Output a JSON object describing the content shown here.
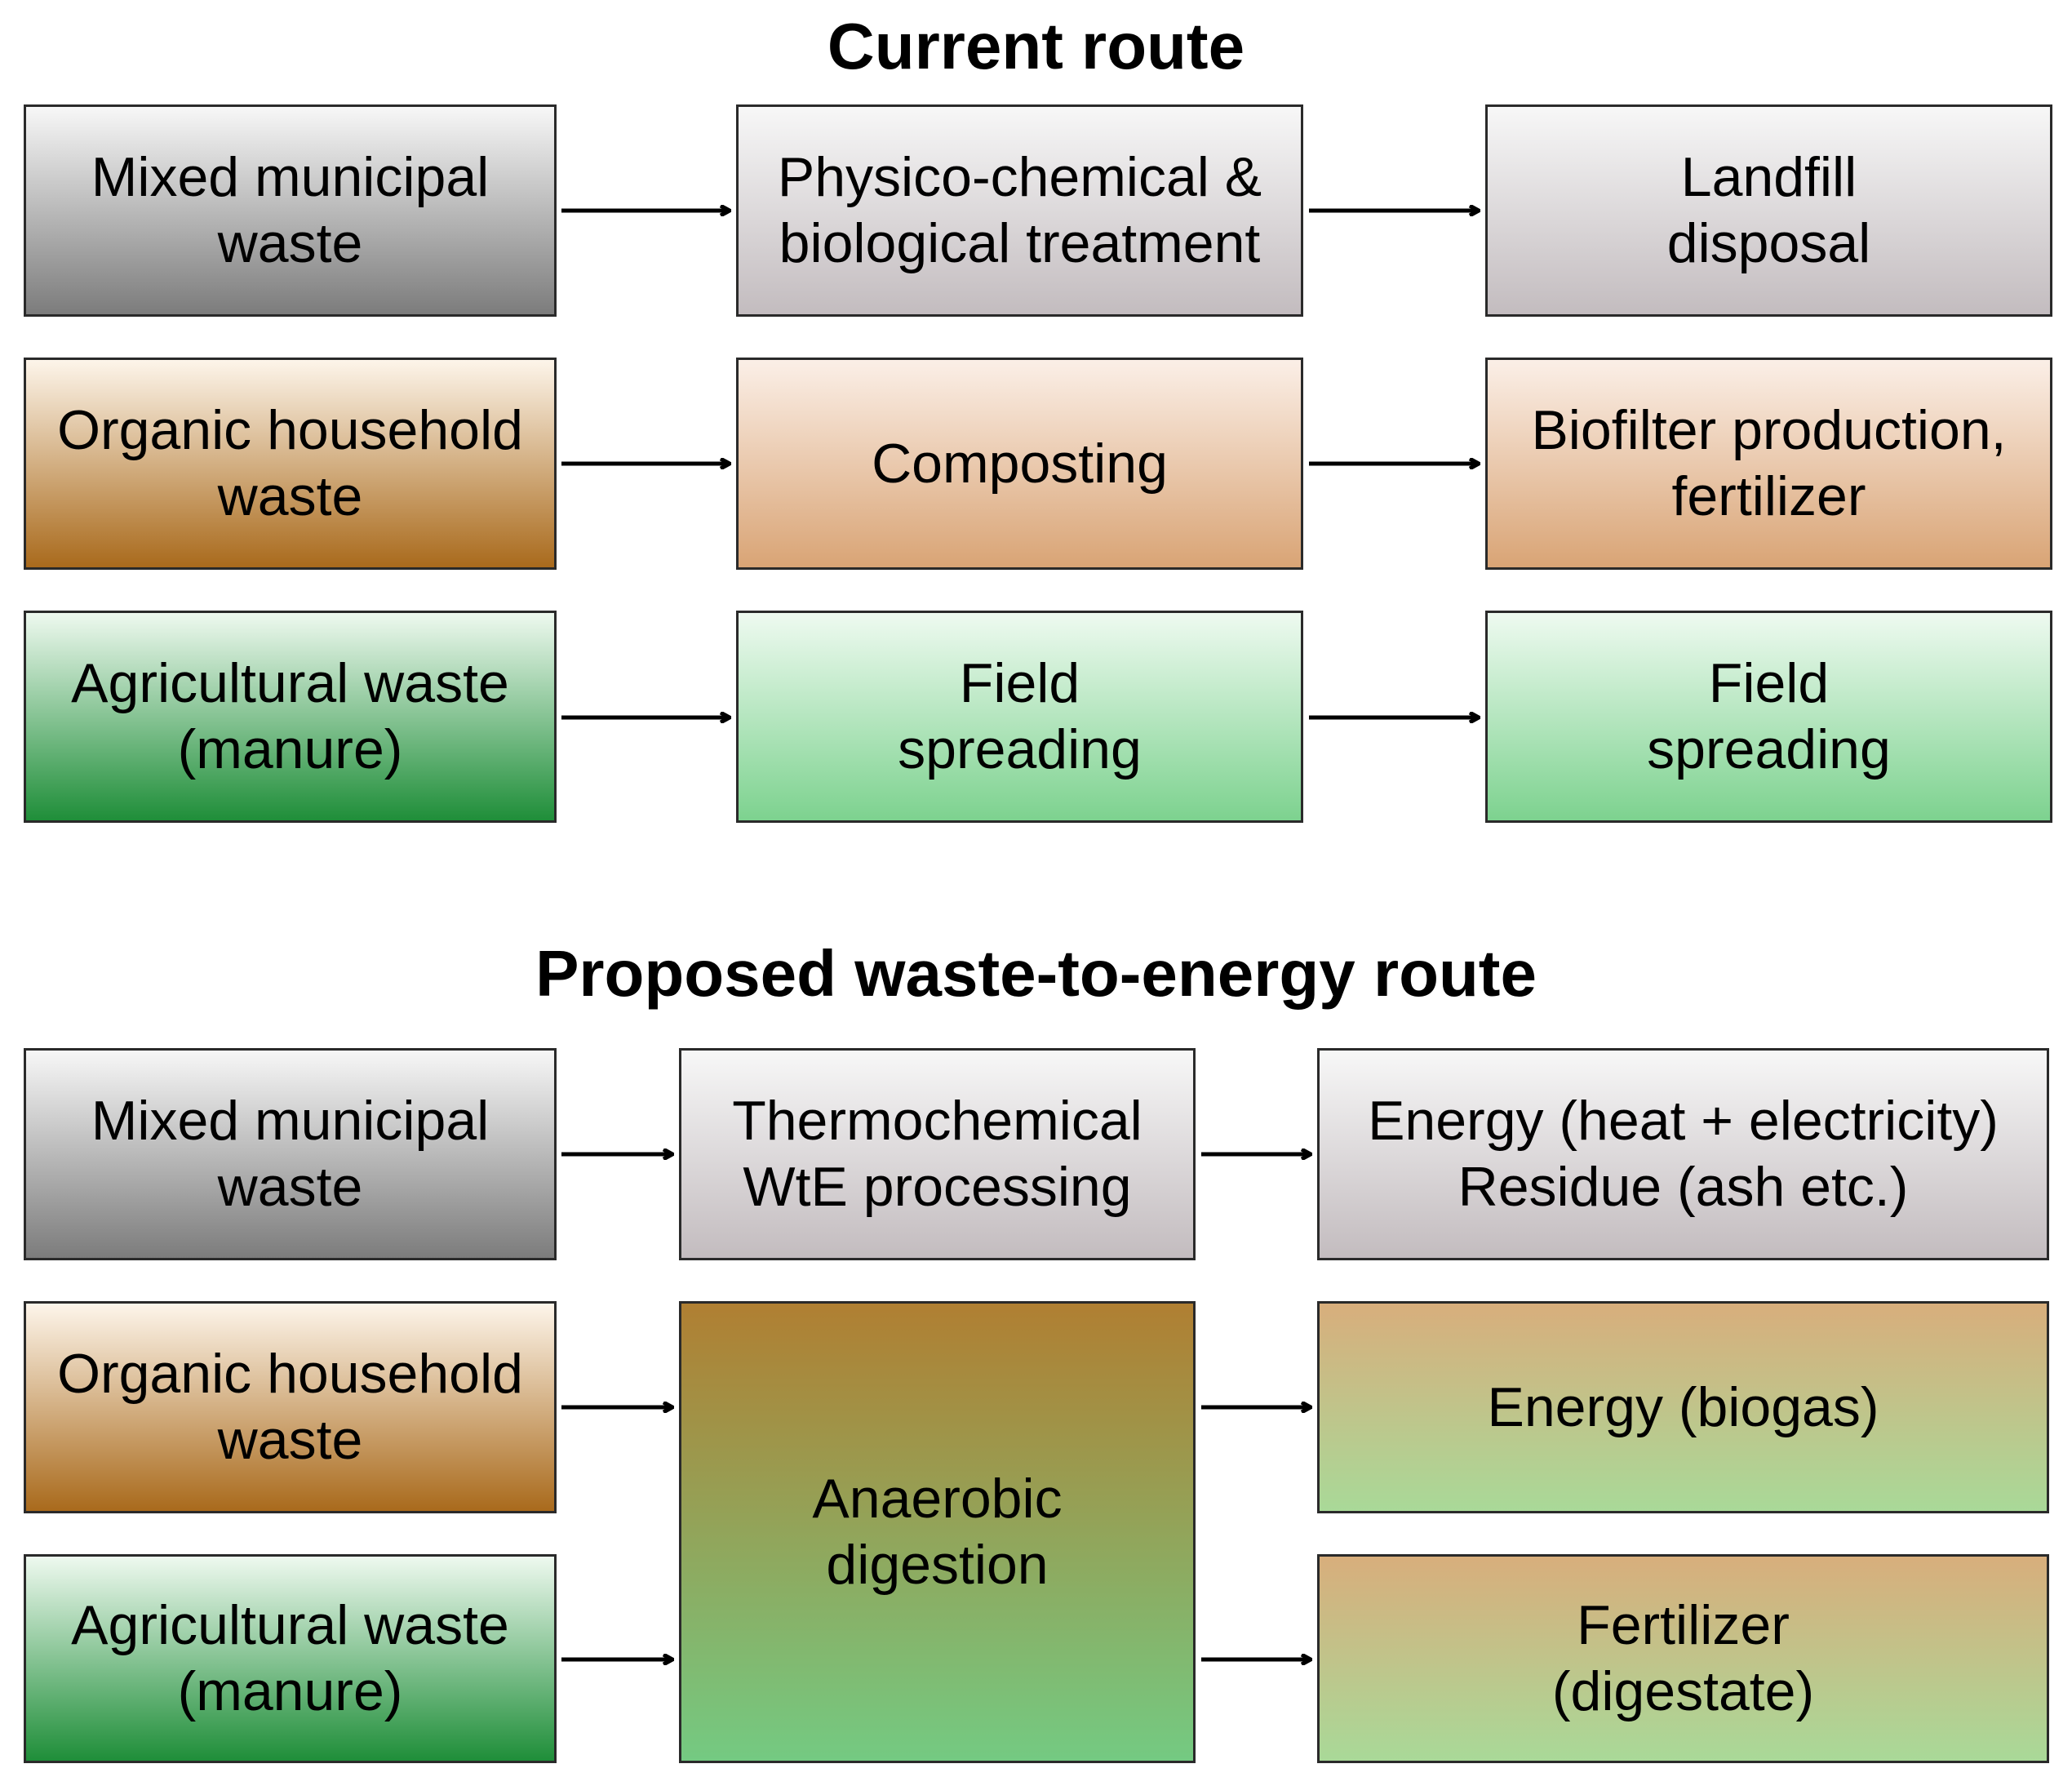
{
  "current": {
    "title": "Current route",
    "rows": [
      {
        "source": "Mixed municipal waste",
        "process": "Physico-chemical & biological treatment",
        "outcome": "Landfill disposal"
      },
      {
        "source": "Organic household waste",
        "process": "Composting",
        "outcome": "Biofilter production, fertilizer"
      },
      {
        "source": "Agricultural waste (manure)",
        "process": "Field spreading",
        "outcome": "Field spreading"
      }
    ]
  },
  "proposed": {
    "title": "Proposed waste-to-energy route",
    "sources": [
      "Mixed municipal waste",
      "Organic household waste",
      "Agricultural waste (manure)"
    ],
    "processes": {
      "thermochemical": "Thermochemical WtE processing",
      "anaerobic": "Anaerobic digestion"
    },
    "outcomes": {
      "energy_residue": "Energy (heat + electricity) Residue (ash etc.)",
      "biogas": "Energy (biogas)",
      "fertilizer": "Fertilizer (digestate)"
    }
  }
}
